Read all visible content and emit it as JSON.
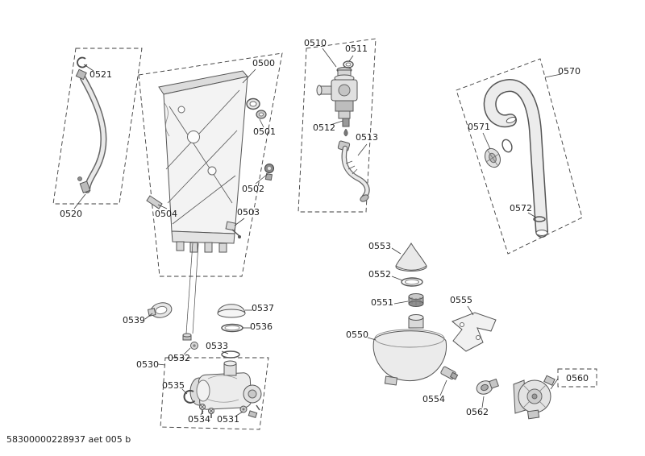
{
  "document_id": "58300000228937 aet 005 b",
  "labels": {
    "0500": "0500",
    "0501": "0501",
    "0502": "0502",
    "0503": "0503",
    "0504": "0504",
    "0510": "0510",
    "0511": "0511",
    "0512": "0512",
    "0513": "0513",
    "0520": "0520",
    "0521": "0521",
    "0530": "0530",
    "0531": "0531",
    "0532": "0532",
    "0533": "0533",
    "0534": "0534",
    "0535": "0535",
    "0536": "0536",
    "0537": "0537",
    "0539": "0539",
    "0550": "0550",
    "0551": "0551",
    "0552": "0552",
    "0553": "0553",
    "0554": "0554",
    "0555": "0555",
    "0560": "0560",
    "0562": "0562",
    "0570": "0570",
    "0571": "0571",
    "0572": "0572"
  }
}
